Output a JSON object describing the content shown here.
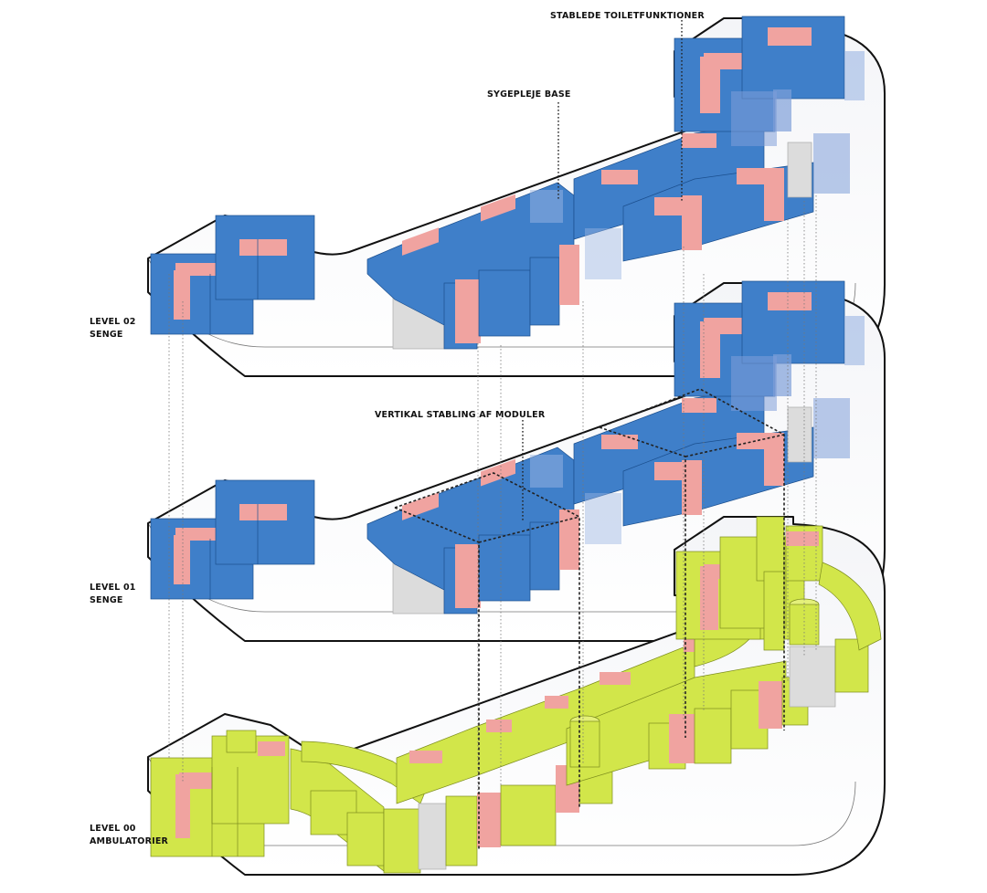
{
  "labels": {
    "toilet_stack": "STABLEDE TOILETFUNKTIONER",
    "nurse_base": "SYGEPLEJE BASE",
    "vertical_stacking": "VERTIKAL STABLING AF MODULER"
  },
  "levels": [
    {
      "id": "level02",
      "name": "LEVEL 02",
      "use": "SENGE"
    },
    {
      "id": "level01",
      "name": "LEVEL 01",
      "use": "SENGE"
    },
    {
      "id": "level00",
      "name": "LEVEL 00",
      "use": "AMBULATORIER"
    }
  ],
  "colors": {
    "bed_module": "#3f7fc9",
    "toilet_module": "#f0a3a0",
    "clinic_module": "#d2e64a",
    "service_core": "#dcdcdc",
    "slab_outline": "#111111"
  }
}
